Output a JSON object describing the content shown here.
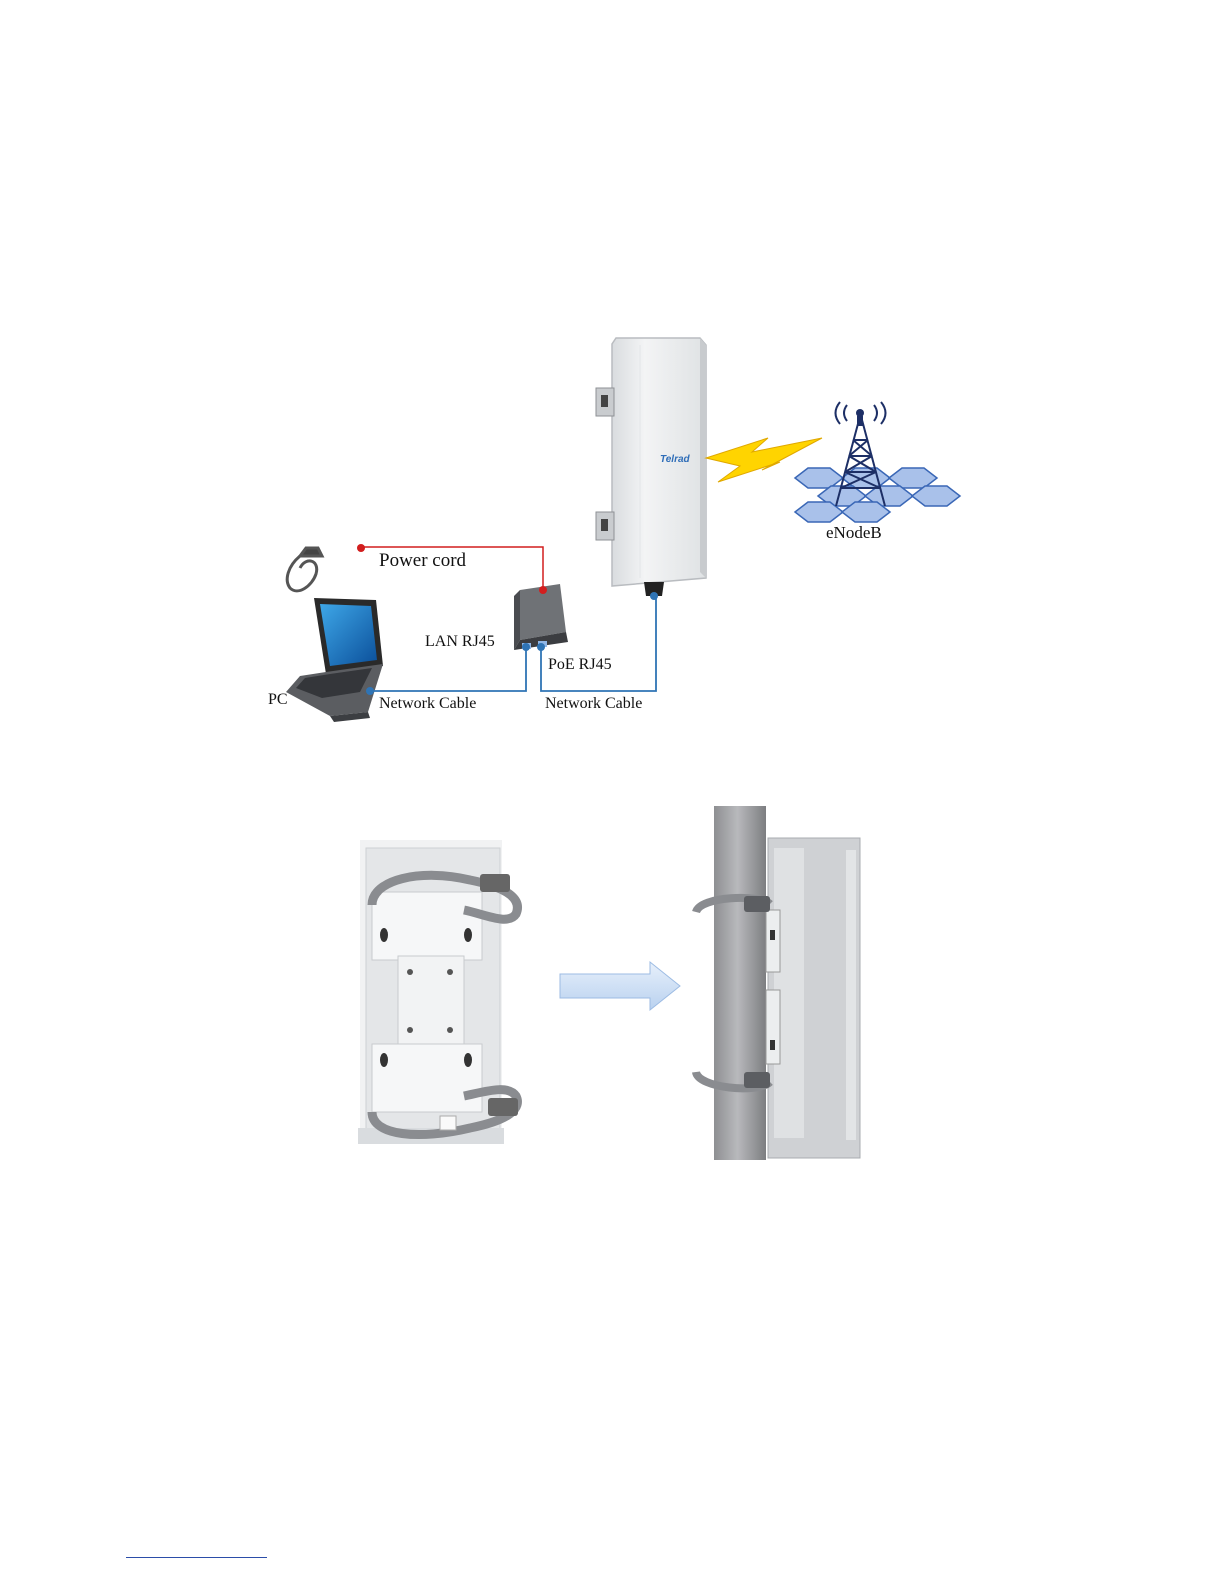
{
  "diagram": {
    "labels": {
      "power_cord": "Power cord",
      "lan_rj45": "LAN RJ45",
      "poe_rj45": "PoE RJ45",
      "pc": "PC",
      "network_cable_1": "Network Cable",
      "network_cable_2": "Network Cable",
      "enodeb": "eNodeB",
      "brand": "Telrad"
    },
    "colors": {
      "power_line": "#d21e1e",
      "network_line": "#2f74b5",
      "lightning": "#ffd400",
      "hex_cells": "#9fb9e6"
    }
  },
  "mounting": {
    "arrow_color": "#cfe0f5"
  }
}
